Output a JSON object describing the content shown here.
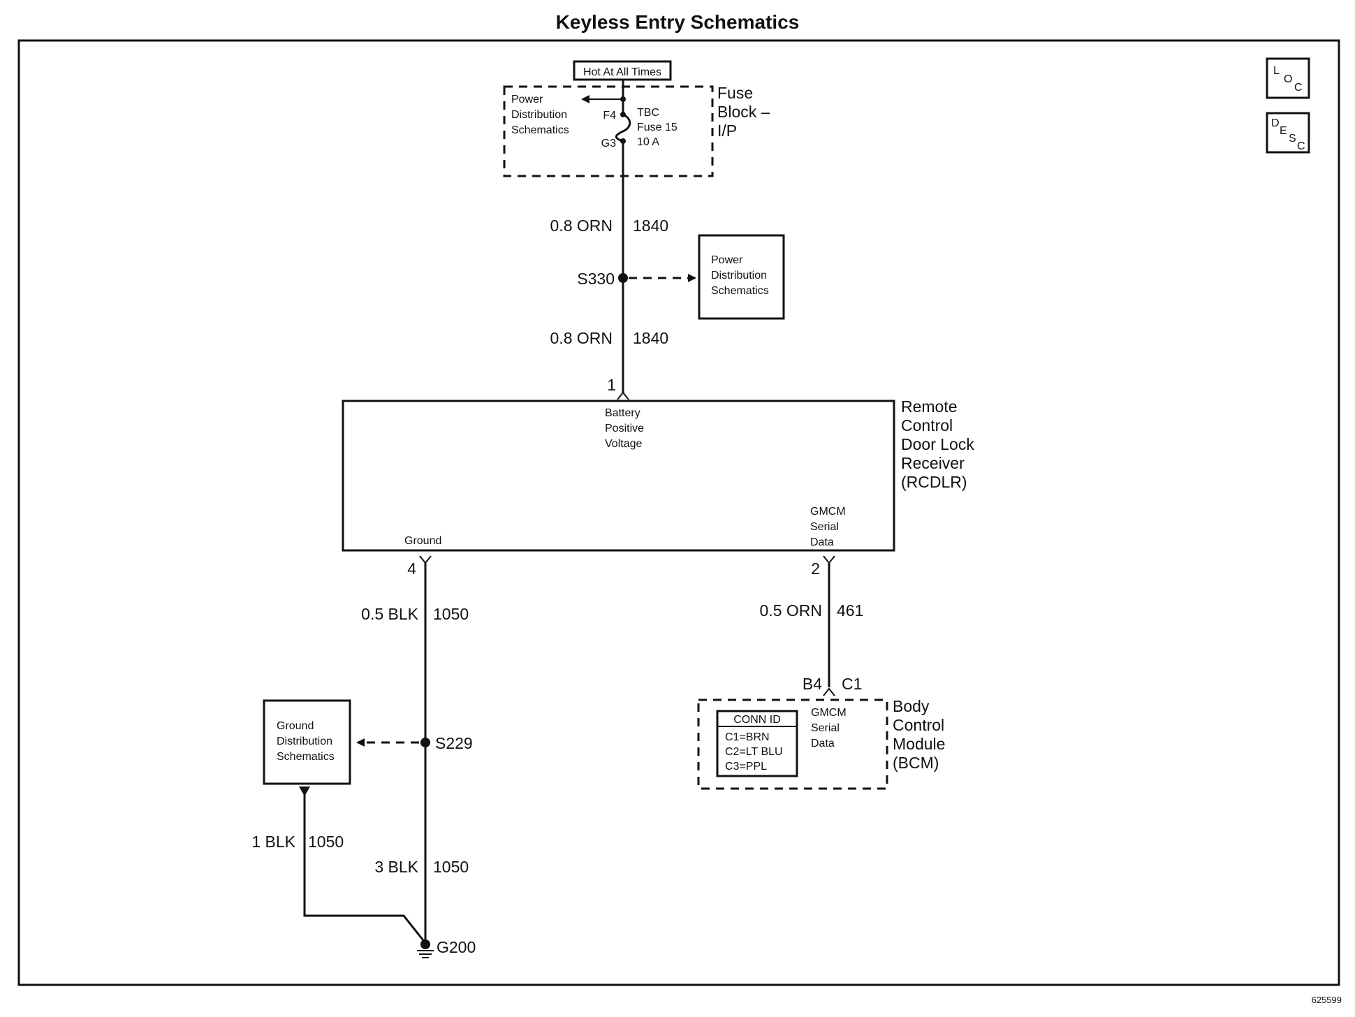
{
  "title": "Keyless Entry Schematics",
  "hot_label": "Hot At All Times",
  "fuse_block": {
    "name_lines": [
      "Fuse",
      "Block –",
      "I/P"
    ],
    "power_dist_lines": [
      "Power",
      "Distribution",
      "Schematics"
    ],
    "pin_top": "F4",
    "pin_bottom": "G3",
    "fuse_lines": [
      "TBC",
      "Fuse 15",
      "10 A"
    ]
  },
  "wire_1840_upper": {
    "gauge": "0.8 ORN",
    "circuit": "1840"
  },
  "splice_s330": "S330",
  "power_dist_box_lines": [
    "Power",
    "Distribution",
    "Schematics"
  ],
  "wire_1840_lower": {
    "gauge": "0.8 ORN",
    "circuit": "1840"
  },
  "rcdlr": {
    "name_lines": [
      "Remote",
      "Control",
      "Door Lock",
      "Receiver",
      "(RCDLR)"
    ],
    "pin1": "1",
    "battery_lines": [
      "Battery",
      "Positive",
      "Voltage"
    ],
    "ground_label": "Ground",
    "gmcm_lines": [
      "GMCM",
      "Serial",
      "Data"
    ],
    "pin4": "4",
    "pin2": "2"
  },
  "wire_1050_upper": {
    "gauge": "0.5 BLK",
    "circuit": "1050"
  },
  "wire_461": {
    "gauge": "0.5 ORN",
    "circuit": "461"
  },
  "bcm": {
    "pin_b4": "B4",
    "pin_c1": "C1",
    "name_lines": [
      "Body",
      "Control",
      "Module",
      "(BCM)"
    ],
    "conn_id_title": "CONN ID",
    "conn_id_lines": [
      "C1=BRN",
      "C2=LT BLU",
      "C3=PPL"
    ],
    "gmcm_lines": [
      "GMCM",
      "Serial",
      "Data"
    ]
  },
  "ground_dist_box_lines": [
    "Ground",
    "Distribution",
    "Schematics"
  ],
  "splice_s229": "S229",
  "wire_1050_left": {
    "gauge": "1 BLK",
    "circuit": "1050"
  },
  "wire_1050_lower": {
    "gauge": "3 BLK",
    "circuit": "1050"
  },
  "ground_g200": "G200",
  "icons": {
    "loc": [
      "L",
      "O",
      "C"
    ],
    "desc": [
      "D",
      "E",
      "S",
      "C"
    ]
  },
  "figure_number": "625599"
}
